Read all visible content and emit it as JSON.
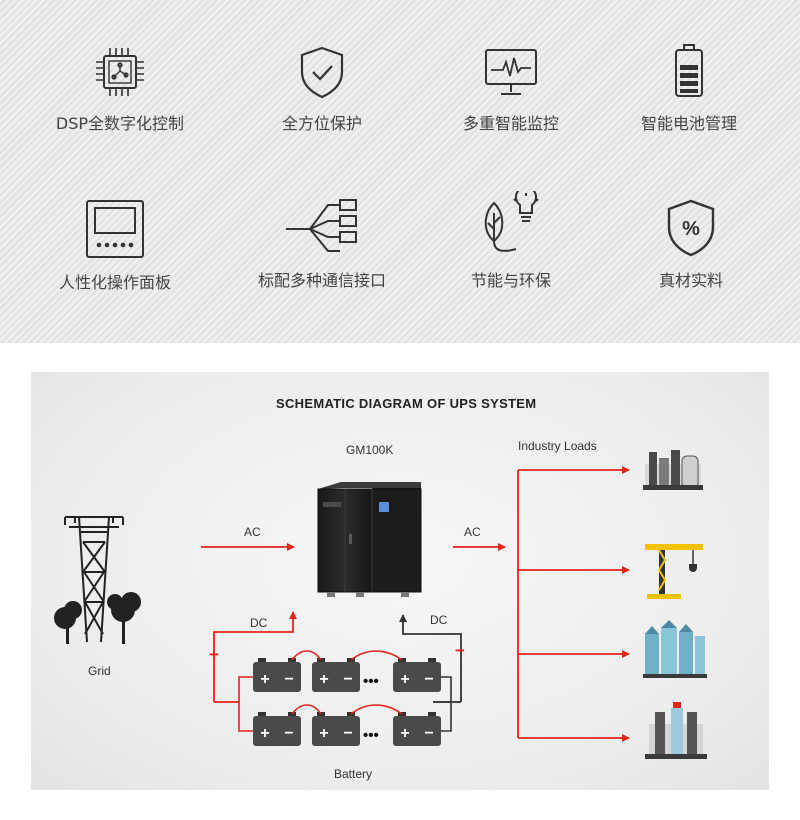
{
  "features": [
    {
      "label": "DSP全数字化控制",
      "icon": "chip-icon"
    },
    {
      "label": "全方位保护",
      "icon": "shield-check-icon"
    },
    {
      "label": "多重智能监控",
      "icon": "monitor-pulse-icon"
    },
    {
      "label": "智能电池管理",
      "icon": "battery-icon"
    },
    {
      "label": "人性化操作面板",
      "icon": "panel-display-icon"
    },
    {
      "label": "标配多种通信接口",
      "icon": "interface-branch-icon"
    },
    {
      "label": "节能与环保",
      "icon": "leaf-bulb-icon"
    },
    {
      "label": "真材实料",
      "icon": "shield-percent-icon"
    }
  ],
  "diagram": {
    "title": "SCHEMATIC DIAGRAM OF UPS SYSTEM",
    "ups_model": "GM100K",
    "ac_in_label": "AC",
    "ac_out_label": "AC",
    "dc_left_label": "DC",
    "dc_right_label": "DC",
    "plus_sign": "+",
    "minus_sign": "−",
    "grid_label": "Grid",
    "battery_label": "Battery",
    "loads_label": "Industry Loads",
    "ellipsis": "•••",
    "load_icons": [
      "factory-icon",
      "crane-icon",
      "buildings-icon",
      "power-plant-icon"
    ],
    "accent_color": "#e3241b"
  }
}
